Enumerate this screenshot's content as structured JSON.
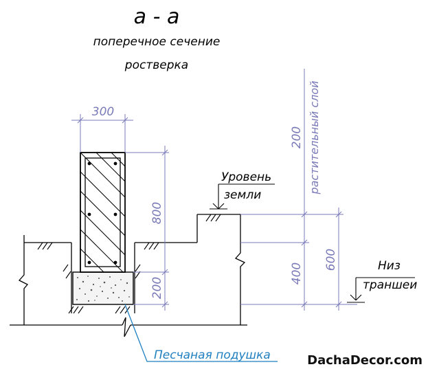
{
  "section_title": "а - а",
  "subtitle_line1": "поперечное сечение",
  "subtitle_line2": "ростверка",
  "dimensions": {
    "width_300": "300",
    "height_800": "800",
    "height_200_left": "200",
    "height_200_top": "200",
    "height_400": "400",
    "height_600": "600"
  },
  "labels": {
    "ground_level_1": "Уровень",
    "ground_level_2": "земли",
    "topsoil": "растительный слой",
    "trench_bottom_1": "Низ",
    "trench_bottom_2": "траншеи",
    "sand_cushion": "Песчаная подушка"
  },
  "watermark": "DachaDecor.com",
  "colors": {
    "line": "#000000",
    "dimension": "#7a7ab8",
    "callout": "#1f7fc0"
  }
}
